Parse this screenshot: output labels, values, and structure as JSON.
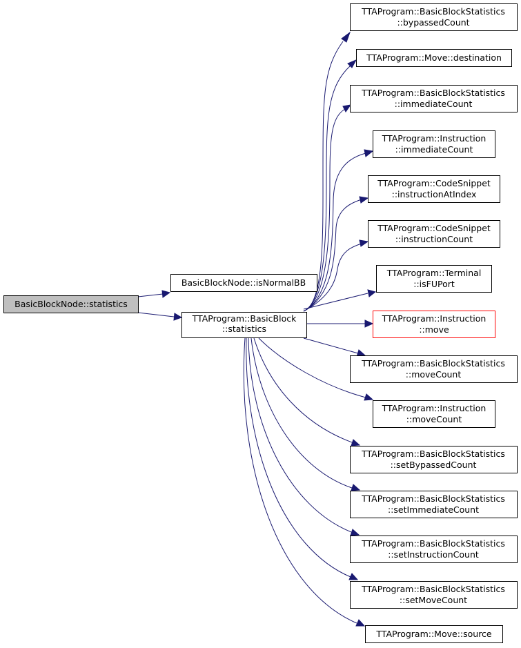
{
  "colors": {
    "edge": "#191970",
    "root_fill": "#bfbfbf",
    "highlight_border": "#ff0000",
    "node_border": "#000000"
  },
  "nodes": {
    "root": {
      "lines": [
        "BasicBlockNode::statistics"
      ]
    },
    "is_normal_bb": {
      "lines": [
        "BasicBlockNode::isNormalBB"
      ]
    },
    "bb_statistics": {
      "lines": [
        "TTAProgram::BasicBlock",
        "::statistics"
      ]
    },
    "bypassed_count": {
      "lines": [
        "TTAProgram::BasicBlockStatistics",
        "::bypassedCount"
      ]
    },
    "move_destination": {
      "lines": [
        "TTAProgram::Move::destination"
      ]
    },
    "bbs_immediate_count": {
      "lines": [
        "TTAProgram::BasicBlockStatistics",
        "::immediateCount"
      ]
    },
    "instr_immediate_count": {
      "lines": [
        "TTAProgram::Instruction",
        "::immediateCount"
      ]
    },
    "instruction_at_index": {
      "lines": [
        "TTAProgram::CodeSnippet",
        "::instructionAtIndex"
      ]
    },
    "instruction_count": {
      "lines": [
        "TTAProgram::CodeSnippet",
        "::instructionCount"
      ]
    },
    "is_fu_port": {
      "lines": [
        "TTAProgram::Terminal",
        "::isFUPort"
      ]
    },
    "instr_move": {
      "lines": [
        "TTAProgram::Instruction",
        "::move"
      ]
    },
    "bbs_move_count": {
      "lines": [
        "TTAProgram::BasicBlockStatistics",
        "::moveCount"
      ]
    },
    "instr_move_count": {
      "lines": [
        "TTAProgram::Instruction",
        "::moveCount"
      ]
    },
    "set_bypassed_count": {
      "lines": [
        "TTAProgram::BasicBlockStatistics",
        "::setBypassedCount"
      ]
    },
    "set_immediate_count": {
      "lines": [
        "TTAProgram::BasicBlockStatistics",
        "::setImmediateCount"
      ]
    },
    "set_instruction_count": {
      "lines": [
        "TTAProgram::BasicBlockStatistics",
        "::setInstructionCount"
      ]
    },
    "set_move_count": {
      "lines": [
        "TTAProgram::BasicBlockStatistics",
        "::setMoveCount"
      ]
    },
    "move_source": {
      "lines": [
        "TTAProgram::Move::source"
      ]
    }
  },
  "edges": [
    {
      "from": "root",
      "to": "is_normal_bb"
    },
    {
      "from": "root",
      "to": "bb_statistics"
    },
    {
      "from": "bb_statistics",
      "to": "bypassed_count"
    },
    {
      "from": "bb_statistics",
      "to": "move_destination"
    },
    {
      "from": "bb_statistics",
      "to": "bbs_immediate_count"
    },
    {
      "from": "bb_statistics",
      "to": "instr_immediate_count"
    },
    {
      "from": "bb_statistics",
      "to": "instruction_at_index"
    },
    {
      "from": "bb_statistics",
      "to": "instruction_count"
    },
    {
      "from": "bb_statistics",
      "to": "is_fu_port"
    },
    {
      "from": "bb_statistics",
      "to": "instr_move"
    },
    {
      "from": "bb_statistics",
      "to": "bbs_move_count"
    },
    {
      "from": "bb_statistics",
      "to": "instr_move_count"
    },
    {
      "from": "bb_statistics",
      "to": "set_bypassed_count"
    },
    {
      "from": "bb_statistics",
      "to": "set_immediate_count"
    },
    {
      "from": "bb_statistics",
      "to": "set_instruction_count"
    },
    {
      "from": "bb_statistics",
      "to": "set_move_count"
    },
    {
      "from": "bb_statistics",
      "to": "move_source"
    }
  ]
}
